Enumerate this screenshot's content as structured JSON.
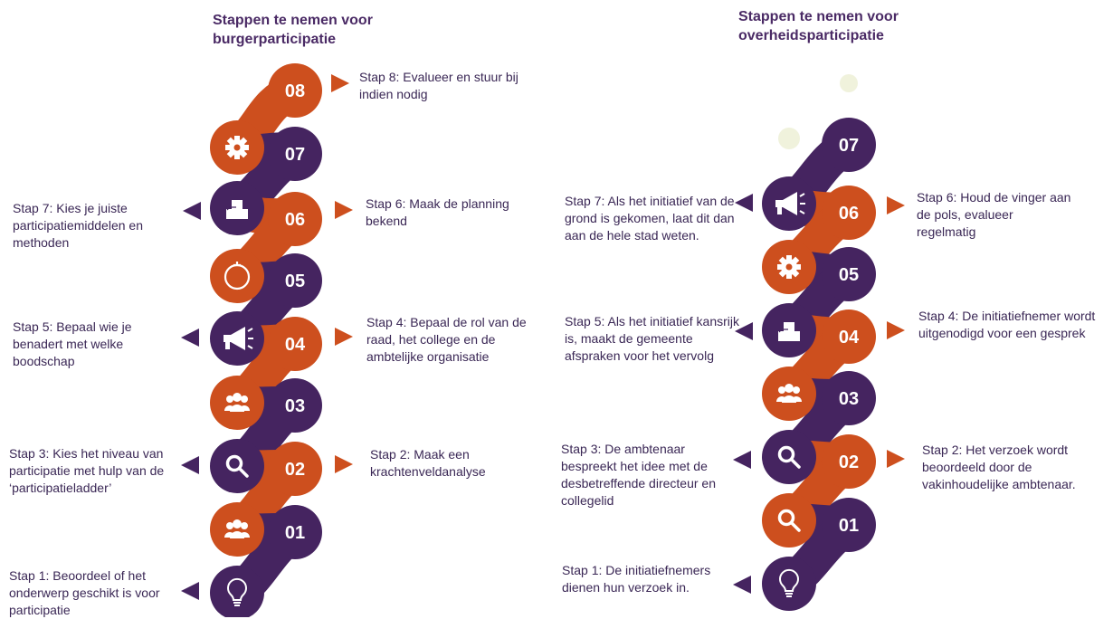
{
  "colors": {
    "purple": "#452460",
    "orange": "#cd4f1e",
    "faded": "#f0f2dc"
  },
  "left": {
    "title": [
      "Stappen te nemen voor",
      "burgerparticipatie"
    ],
    "numbers": [
      "08",
      "07",
      "06",
      "05",
      "04",
      "03",
      "02",
      "01"
    ],
    "icons": [
      "gear-icon",
      "blocks-icon",
      "timer-icon",
      "megaphone-icon",
      "people-icon",
      "search-icon",
      "people-icon",
      "lightbulb-icon"
    ],
    "steps": {
      "s8": "Stap 8: Evalueer en stuur bij indien nodig",
      "s7": "Stap 7: Kies je juiste participatiemiddelen en methoden",
      "s6": "Stap 6: Maak de planning bekend",
      "s5": "Stap 5: Bepaal wie je benadert met welke boodschap",
      "s4": "Stap 4: Bepaal de rol van de raad, het college en de ambtelijke organisatie",
      "s3": "Stap 3: Kies het niveau van participatie met hulp van de ‘participatieladder’",
      "s2": "Stap 2: Maak een krachtenveldanalyse",
      "s1": "Stap 1: Beoordeel of het onderwerp geschikt is voor participatie"
    }
  },
  "right": {
    "title": [
      "Stappen te nemen voor",
      "overheidsparticipatie"
    ],
    "numbers": [
      "07",
      "06",
      "05",
      "04",
      "03",
      "02",
      "01"
    ],
    "icons": [
      "megaphone-icon",
      "gear-icon",
      "blocks-icon",
      "people-icon",
      "search-icon",
      "search-icon",
      "lightbulb-icon"
    ],
    "steps": {
      "s7": "Stap 7: Als het initiatief van de grond is gekomen, laat dit dan aan de hele stad weten.",
      "s6": "Stap 6: Houd de vinger aan de pols, evalueer regelmatig",
      "s5": "Stap 5: Als het initiatief kansrijk is, maakt de gemeente afspraken voor het vervolg",
      "s4": "Stap 4: De initiatiefnemer wordt uitgenodigd voor een gesprek",
      "s3": "Stap 3: De ambtenaar bespreekt het idee met de desbetreffende directeur en collegelid",
      "s2": "Stap 2: Het verzoek wordt beoordeeld door de vakinhoudelijke ambtenaar.",
      "s1": "Stap 1: De initiatiefnemers dienen hun verzoek in."
    }
  }
}
